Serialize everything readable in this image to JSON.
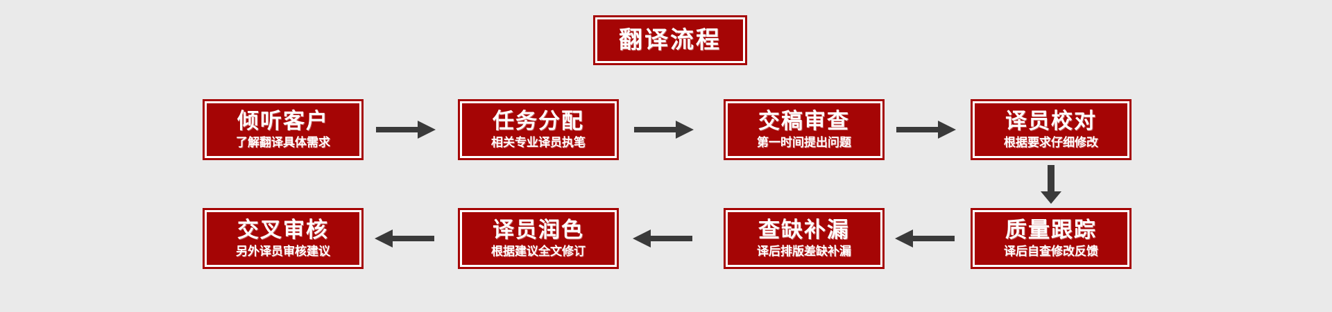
{
  "diagram": {
    "title": "翻译流程",
    "background_color": "#eaeaea",
    "box_fill_color": "#a50505",
    "box_border_color": "#a50505",
    "box_inner_border_color": "#ffffff",
    "text_color": "#ffffff",
    "arrow_color": "#3a3a3a"
  },
  "steps": [
    {
      "index": 1,
      "title": "倾听客户",
      "subtitle": "了解翻译具体需求"
    },
    {
      "index": 2,
      "title": "任务分配",
      "subtitle": "相关专业译员执笔"
    },
    {
      "index": 3,
      "title": "交稿审查",
      "subtitle": "第一时间提出问题"
    },
    {
      "index": 4,
      "title": "译员校对",
      "subtitle": "根据要求仔细修改"
    },
    {
      "index": 5,
      "title": "质量跟踪",
      "subtitle": "译后自查修改反馈"
    },
    {
      "index": 6,
      "title": "查缺补漏",
      "subtitle": "译后排版差缺补漏"
    },
    {
      "index": 7,
      "title": "译员润色",
      "subtitle": "根据建议全文修订"
    },
    {
      "index": 8,
      "title": "交叉审核",
      "subtitle": "另外译员审核建议"
    }
  ],
  "connectors": [
    {
      "id": "arrow-1-2",
      "from": 1,
      "to": 2,
      "direction": "right"
    },
    {
      "id": "arrow-2-3",
      "from": 2,
      "to": 3,
      "direction": "right"
    },
    {
      "id": "arrow-3-4",
      "from": 3,
      "to": 4,
      "direction": "right"
    },
    {
      "id": "arrow-4-5",
      "from": 4,
      "to": 5,
      "direction": "down"
    },
    {
      "id": "arrow-6-5",
      "from": 5,
      "to": 6,
      "direction": "left"
    },
    {
      "id": "arrow-7-6",
      "from": 6,
      "to": 7,
      "direction": "left"
    },
    {
      "id": "arrow-8-7",
      "from": 7,
      "to": 8,
      "direction": "left"
    }
  ]
}
